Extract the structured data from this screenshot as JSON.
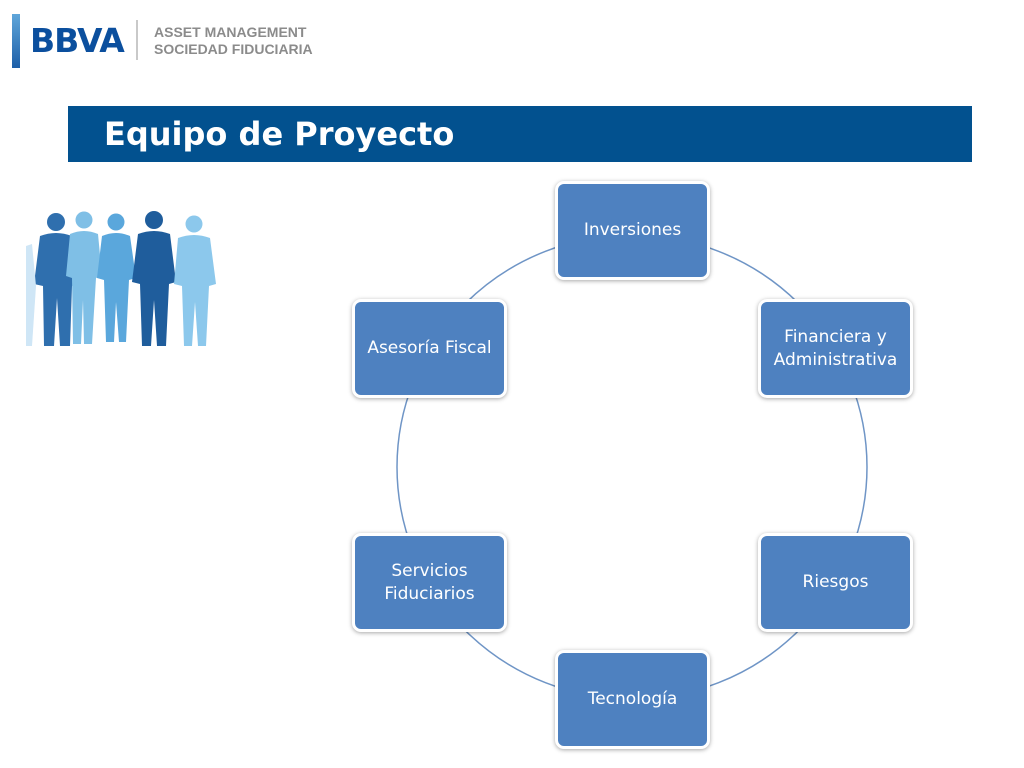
{
  "header": {
    "logo_text": "BBVA",
    "sub_line_1": "ASSET MANAGEMENT",
    "sub_line_2": "SOCIEDAD FIDUCIARIA"
  },
  "title": "Equipo de Proyecto",
  "illustration": {
    "icon": "people-silhouettes-icon"
  },
  "cycle": {
    "nodes": [
      {
        "label": "Inversiones"
      },
      {
        "label": "Financiera y\nAdministrativa"
      },
      {
        "label": "Riesgos"
      },
      {
        "label": "Tecnología"
      },
      {
        "label": "Servicios\nFiduciarios"
      },
      {
        "label": "Asesoría Fiscal"
      }
    ]
  },
  "colors": {
    "banner": "#02518f",
    "node_fill": "#4e81c0",
    "connector": "#6f95c6"
  }
}
